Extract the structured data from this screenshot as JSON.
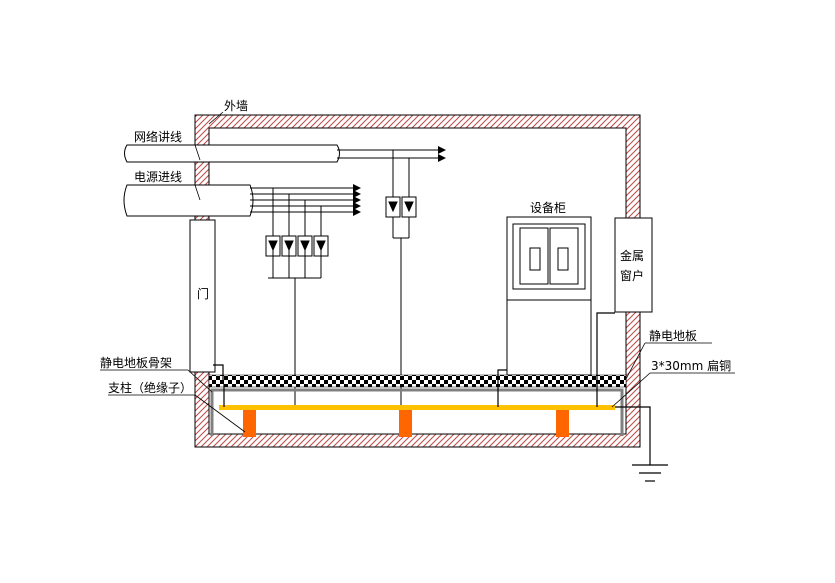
{
  "labels": {
    "outer_wall": "外墙",
    "network_in": "网络讲线",
    "power_in": "电源进线",
    "cabinet": "设备柜",
    "metal_window_l1": "金属",
    "metal_window_l2": "窗户",
    "door": "门",
    "floor_frame": "静电地板骨架",
    "support": "支柱（绝缘子）",
    "antistatic_floor": "静电地板",
    "copper_strip": "3*30mm 扁铜"
  },
  "colors": {
    "wall_hatch": "#c0504d",
    "copper_strip": "#ffc000",
    "insulator": "#ff6600",
    "frame": "#808080"
  }
}
